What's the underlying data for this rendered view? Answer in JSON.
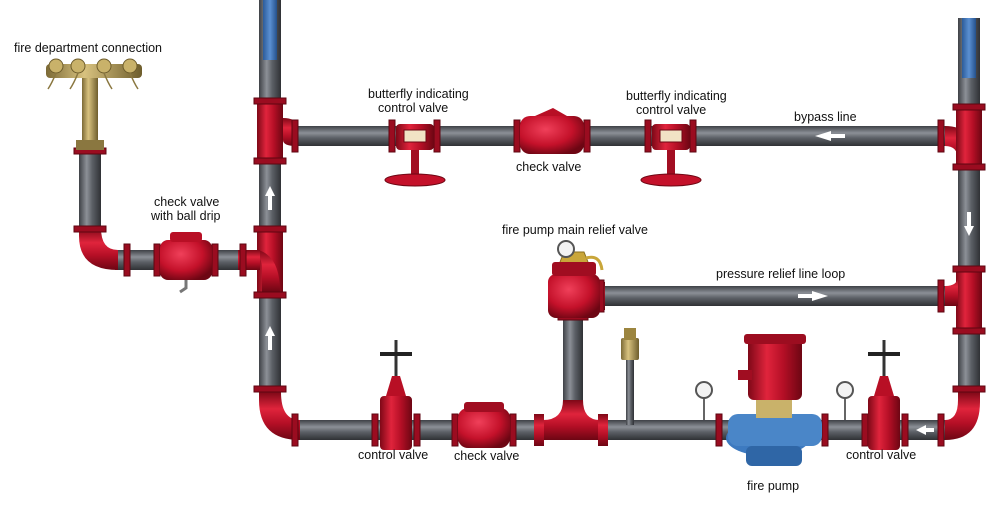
{
  "labels": {
    "fire_department_connection": "fire department connection",
    "check_valve_ball_drip_1": "check valve",
    "check_valve_ball_drip_2": "with ball drip",
    "butterfly_left_1": "butterfly indicating",
    "butterfly_left_2": "control valve",
    "check_valve_top": "check valve",
    "butterfly_right_1": "butterfly indicating",
    "butterfly_right_2": "control valve",
    "bypass_line": "bypass line",
    "relief_valve": "fire pump main relief valve",
    "pressure_relief_loop": "pressure relief line loop",
    "control_valve_left": "control valve",
    "check_valve_bottom": "check valve",
    "fire_pump": "fire pump",
    "control_valve_right": "control valve"
  },
  "colors": {
    "pipe": "#5a5d63",
    "pipe_highlight": "#8a8e95",
    "fitting_red": "#c4112a",
    "fitting_dark": "#8e0a1c",
    "brass": "#b39a55",
    "water": "#3a6fb5",
    "pump_blue": "#4a86c8"
  },
  "icons": [
    "arrow-icon",
    "gauge-icon",
    "handwheel-icon"
  ]
}
